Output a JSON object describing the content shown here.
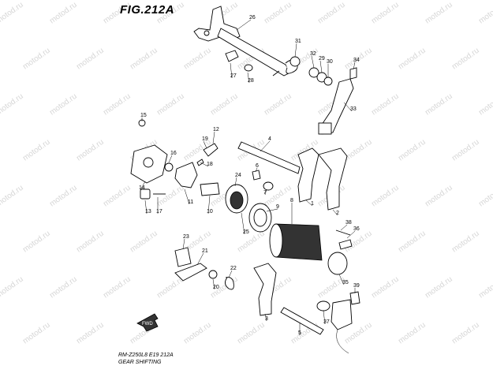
{
  "figure": {
    "title": "FIG.212A",
    "code": "RM-Z250L8 E19 212A",
    "subtitle": "GEAR SHIFTING",
    "watermark": "motod.ru",
    "fwd_label": "FWD"
  },
  "parts": [
    {
      "num": "26",
      "label": "26"
    },
    {
      "num": "31",
      "label": "31"
    },
    {
      "num": "32",
      "label": "32"
    },
    {
      "num": "29",
      "label": "29"
    },
    {
      "num": "30",
      "label": "30"
    },
    {
      "num": "34",
      "label": "34"
    },
    {
      "num": "27",
      "label": "27"
    },
    {
      "num": "28",
      "label": "28"
    },
    {
      "num": "33",
      "label": "33"
    },
    {
      "num": "15",
      "label": "15"
    },
    {
      "num": "14",
      "label": "14"
    },
    {
      "num": "16",
      "label": "16"
    },
    {
      "num": "12",
      "label": "12"
    },
    {
      "num": "19",
      "label": "19"
    },
    {
      "num": "18",
      "label": "18"
    },
    {
      "num": "4",
      "label": "4"
    },
    {
      "num": "7",
      "label": "7"
    },
    {
      "num": "24",
      "label": "24"
    },
    {
      "num": "6",
      "label": "6"
    },
    {
      "num": "25",
      "label": "25"
    },
    {
      "num": "1",
      "label": "1"
    },
    {
      "num": "2",
      "label": "2"
    },
    {
      "num": "13",
      "label": "13"
    },
    {
      "num": "17",
      "label": "17"
    },
    {
      "num": "11",
      "label": "11"
    },
    {
      "num": "10",
      "label": "10"
    },
    {
      "num": "9",
      "label": "9"
    },
    {
      "num": "8",
      "label": "8"
    },
    {
      "num": "38",
      "label": "38"
    },
    {
      "num": "36",
      "label": "36"
    },
    {
      "num": "35",
      "label": "35"
    },
    {
      "num": "23",
      "label": "23"
    },
    {
      "num": "21",
      "label": "21"
    },
    {
      "num": "20",
      "label": "20"
    },
    {
      "num": "22",
      "label": "22"
    },
    {
      "num": "3",
      "label": "3"
    },
    {
      "num": "39",
      "label": "39"
    },
    {
      "num": "37",
      "label": "37"
    },
    {
      "num": "5",
      "label": "5"
    }
  ]
}
